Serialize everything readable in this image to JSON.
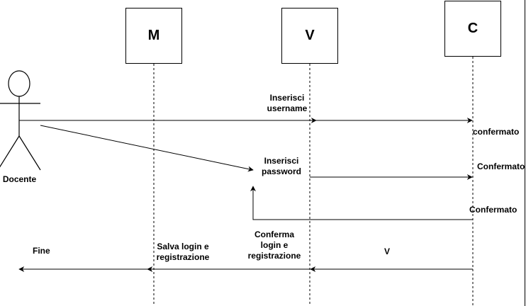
{
  "participants": {
    "actor": "Docente",
    "m": "M",
    "v": "V",
    "c": "C"
  },
  "messages": {
    "username": [
      "Inserisci",
      "username"
    ],
    "confermato1": "confermato",
    "password": [
      "Inserisci",
      "password"
    ],
    "confermato2": "Confermato",
    "confermato3": "Confermato",
    "conferma": [
      "Conferma",
      "login e",
      "registrazione"
    ],
    "v_reply": "V",
    "salva": [
      "Salva login e",
      "registrazione"
    ],
    "fine": "Fine"
  },
  "colors": {
    "line": "#000000",
    "background": "#ffffff"
  }
}
